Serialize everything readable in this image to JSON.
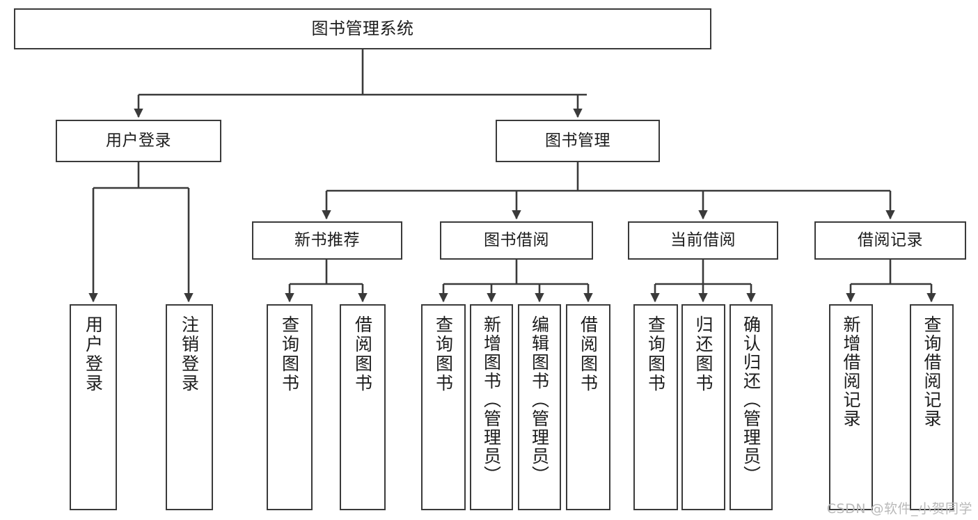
{
  "diagram": {
    "title": "图书管理系统",
    "type": "tree-hierarchy-diagram",
    "colors": {
      "box_border": "#3a3a3a",
      "box_fill": "#ffffff",
      "connector": "#3a3a3a",
      "text": "#1c1c1c",
      "background": "#ffffff",
      "watermark": "#b9b9b9"
    },
    "root": {
      "label": "图书管理系统"
    },
    "level2": [
      {
        "label": "用户登录"
      },
      {
        "label": "图书管理"
      }
    ],
    "level3": [
      {
        "label": "新书推荐"
      },
      {
        "label": "图书借阅"
      },
      {
        "label": "当前借阅"
      },
      {
        "label": "借阅记录"
      }
    ],
    "leaves": {
      "user_login": [
        {
          "label": "用户登录"
        },
        {
          "label": "注销登录"
        }
      ],
      "new_book_recommend": [
        {
          "label": "查询图书"
        },
        {
          "label": "借阅图书"
        }
      ],
      "book_borrow": [
        {
          "label": "查询图书"
        },
        {
          "label": "新增图书（管理员）"
        },
        {
          "label": "编辑图书（管理员）"
        },
        {
          "label": "借阅图书"
        }
      ],
      "current_borrow": [
        {
          "label": "查询图书"
        },
        {
          "label": "归还图书"
        },
        {
          "label": "确认归还（管理员）"
        }
      ],
      "borrow_records": [
        {
          "label": "新增借阅记录"
        },
        {
          "label": "查询借阅记录"
        }
      ]
    }
  },
  "watermark": {
    "text": "CSDN @软件_小贺同学"
  }
}
